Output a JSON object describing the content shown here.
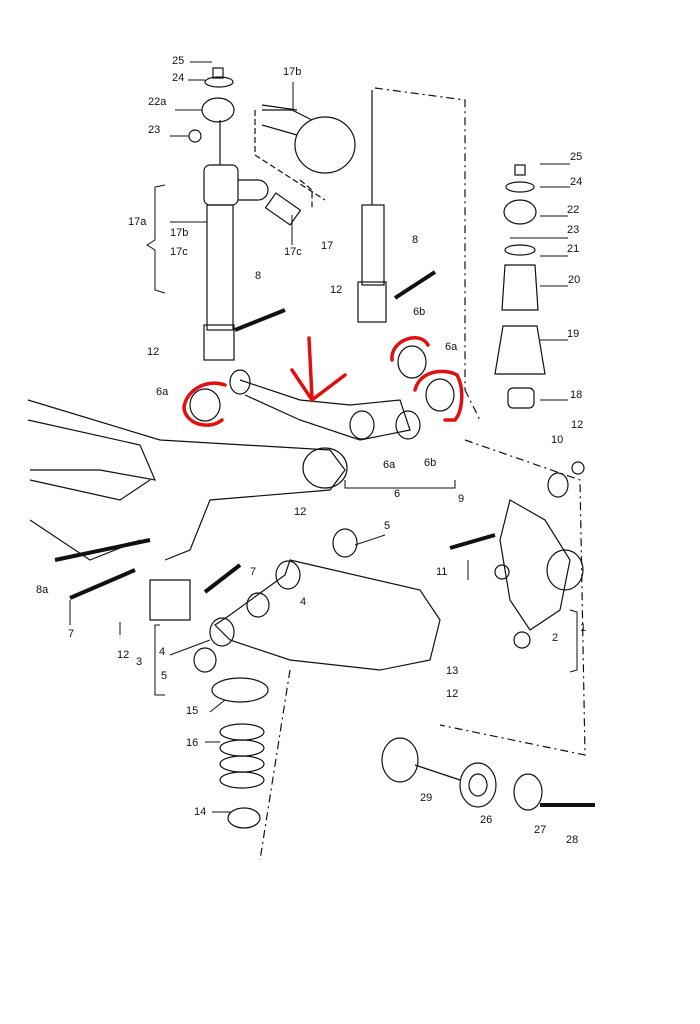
{
  "diagram_title": "",
  "colors": {
    "line": "#111111",
    "annotation": "#e01010",
    "background": "#ffffff"
  },
  "callouts": {
    "l25a": "25",
    "l24a": "24",
    "l22a": "22a",
    "l23a": "23",
    "l17b_top": "17b",
    "l17a": "17a",
    "l17b": "17b",
    "l17c_left": "17c",
    "l17c_right": "17c",
    "l17": "17",
    "l8_left": "8",
    "l12_mid": "12",
    "l8_right": "8",
    "l6b_top": "6b",
    "l6a_right": "6a",
    "l12_left": "12",
    "l6a_left": "6a",
    "l25b": "25",
    "l24b": "24",
    "l22": "22",
    "l23b": "23",
    "l21": "21",
    "l20": "20",
    "l19": "19",
    "l18": "18",
    "l10": "10",
    "l12_right": "12",
    "l6a_bottom": "6a",
    "l6b_bottom": "6b",
    "l6": "6",
    "l9": "9",
    "l12_center": "12",
    "l5_top": "5",
    "l11": "11",
    "l7_mid": "7",
    "l8a": "8a",
    "l7_left": "7",
    "l4_mid": "4",
    "l12_low": "12",
    "l4_left": "4",
    "l3": "3",
    "l5_left": "5",
    "l2": "2",
    "l1": "1",
    "l13": "13",
    "l12_bottom": "12",
    "l15": "15",
    "l16": "16",
    "l14": "14",
    "l29": "29",
    "l26": "26",
    "l27": "27",
    "l28": "28"
  }
}
